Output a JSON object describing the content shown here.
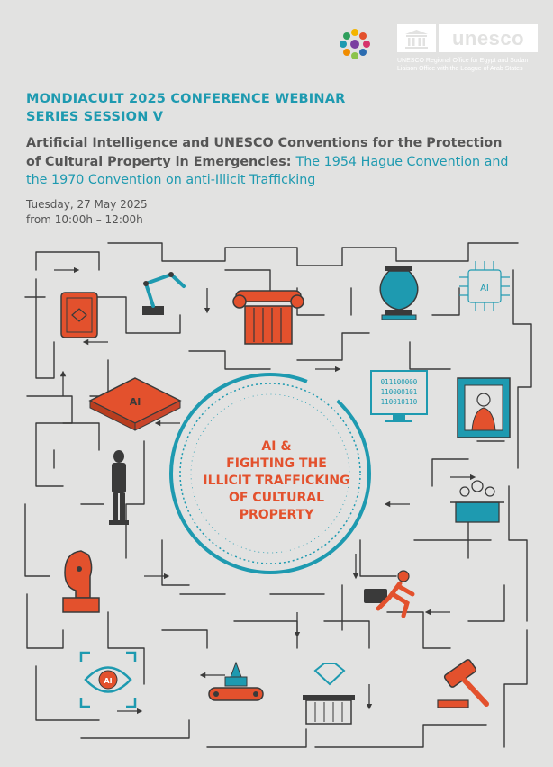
{
  "header": {
    "org_name": "unesco",
    "org_subtitle_line1": "UNESCO Regional Office for Egypt and Sudan",
    "org_subtitle_line2": "Liaison Office with the League of Arab States"
  },
  "event": {
    "series_line1": "MONDIACULT 2025 CONFERENCE WEBINAR",
    "series_line2": "SERIES SESSION V",
    "title_part1": "Artificial Intelligence and UNESCO Conventions for the Protection of Cultural Property in Emergencies: ",
    "title_part2": "The 1954 Hague Convention and the 1970 Convention on anti-Illicit Trafficking",
    "date": "Tuesday, 27 May 2025",
    "time": "from 10:00h – 12:00h"
  },
  "illustration": {
    "center_line1": "AI &",
    "center_line2": "FIGHTING THE",
    "center_line3": "ILLICIT TRAFFICKING",
    "center_line4": "OF CULTURAL",
    "center_line5": "PROPERTY",
    "chip_label": "AI",
    "eye_label": "AI",
    "circuit_label": "AI",
    "binary_line1": "011100000",
    "binary_line2": "110000101",
    "binary_line3": "110010110"
  },
  "colors": {
    "teal": "#1e9ab0",
    "orange": "#e3512d",
    "maze_line": "#3a3a3a",
    "background": "#e2e2e1"
  }
}
